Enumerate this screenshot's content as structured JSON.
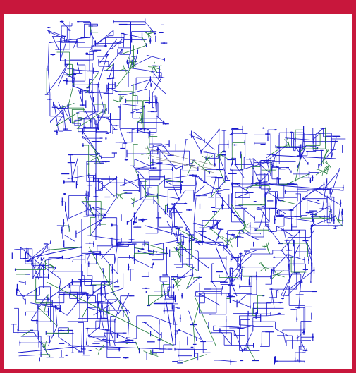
{
  "diagram": {
    "type": "power-network-schematic",
    "colors": {
      "frame": "#c8173c",
      "background": "#ffffff",
      "primary_lines": "#1a1acc",
      "secondary_lines": "#1f7a3a",
      "tie_lines": "#7a7a7a"
    },
    "regions": [
      {
        "id": "north-cluster"
      },
      {
        "id": "central-cluster"
      },
      {
        "id": "east-cluster"
      },
      {
        "id": "west-lower-cluster"
      },
      {
        "id": "south-east-cluster"
      }
    ]
  }
}
